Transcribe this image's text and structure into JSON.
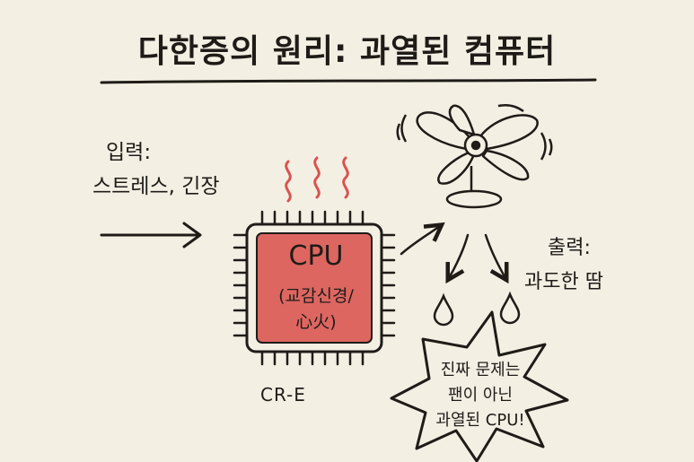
{
  "title": "다한증의 원리: 과열된 컴퓨터",
  "input": {
    "label": "입력:",
    "value": "스트레스, 긴장"
  },
  "output": {
    "label": "출력:",
    "value": "과도한 땀"
  },
  "cpu": {
    "label": "CPU",
    "sub_line1": "(교감신경/",
    "sub_line2": "心火)",
    "chip_mark": "CR-E"
  },
  "burst": {
    "line1": "진짜 문제는",
    "line2": "팬이 아닌",
    "line3": "과열된 CPU!"
  },
  "icons": [
    "arrow-right-icon",
    "heat-waves-icon",
    "cpu-chip-icon",
    "fan-icon",
    "sweat-drop-icon",
    "curved-arrow-icon"
  ],
  "colors": {
    "background": "#f4efe3",
    "cpu_fill": "#d9534f",
    "heat": "#d9534f",
    "ink": "#1f1c18"
  }
}
